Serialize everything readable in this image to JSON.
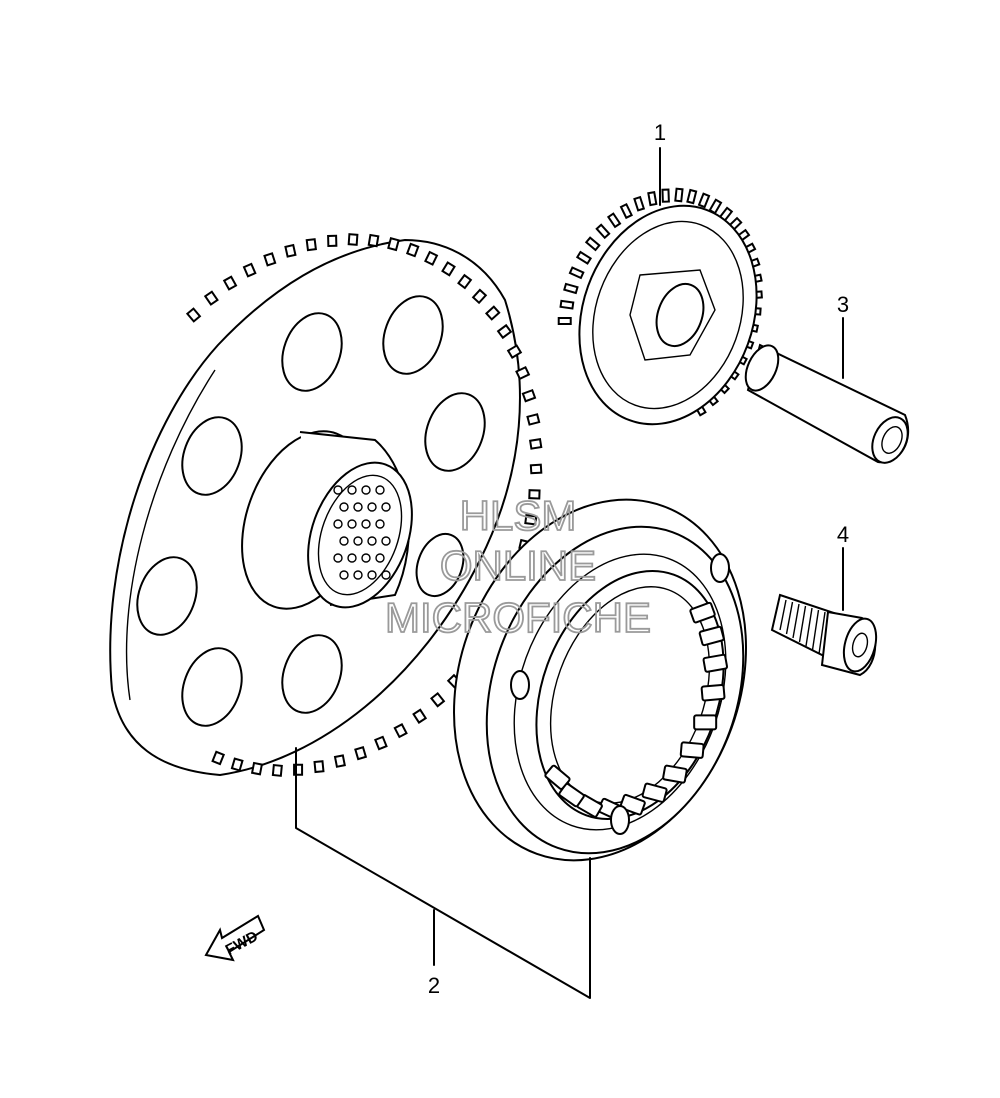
{
  "callouts": {
    "part1": "1",
    "part2": "2",
    "part3": "3",
    "part4": "4"
  },
  "fwd_label": "FWD",
  "watermark": {
    "line1": "HLSM",
    "line2": "ONLINE",
    "line3": "MICROFICHE",
    "color": "#9a9a9a"
  }
}
